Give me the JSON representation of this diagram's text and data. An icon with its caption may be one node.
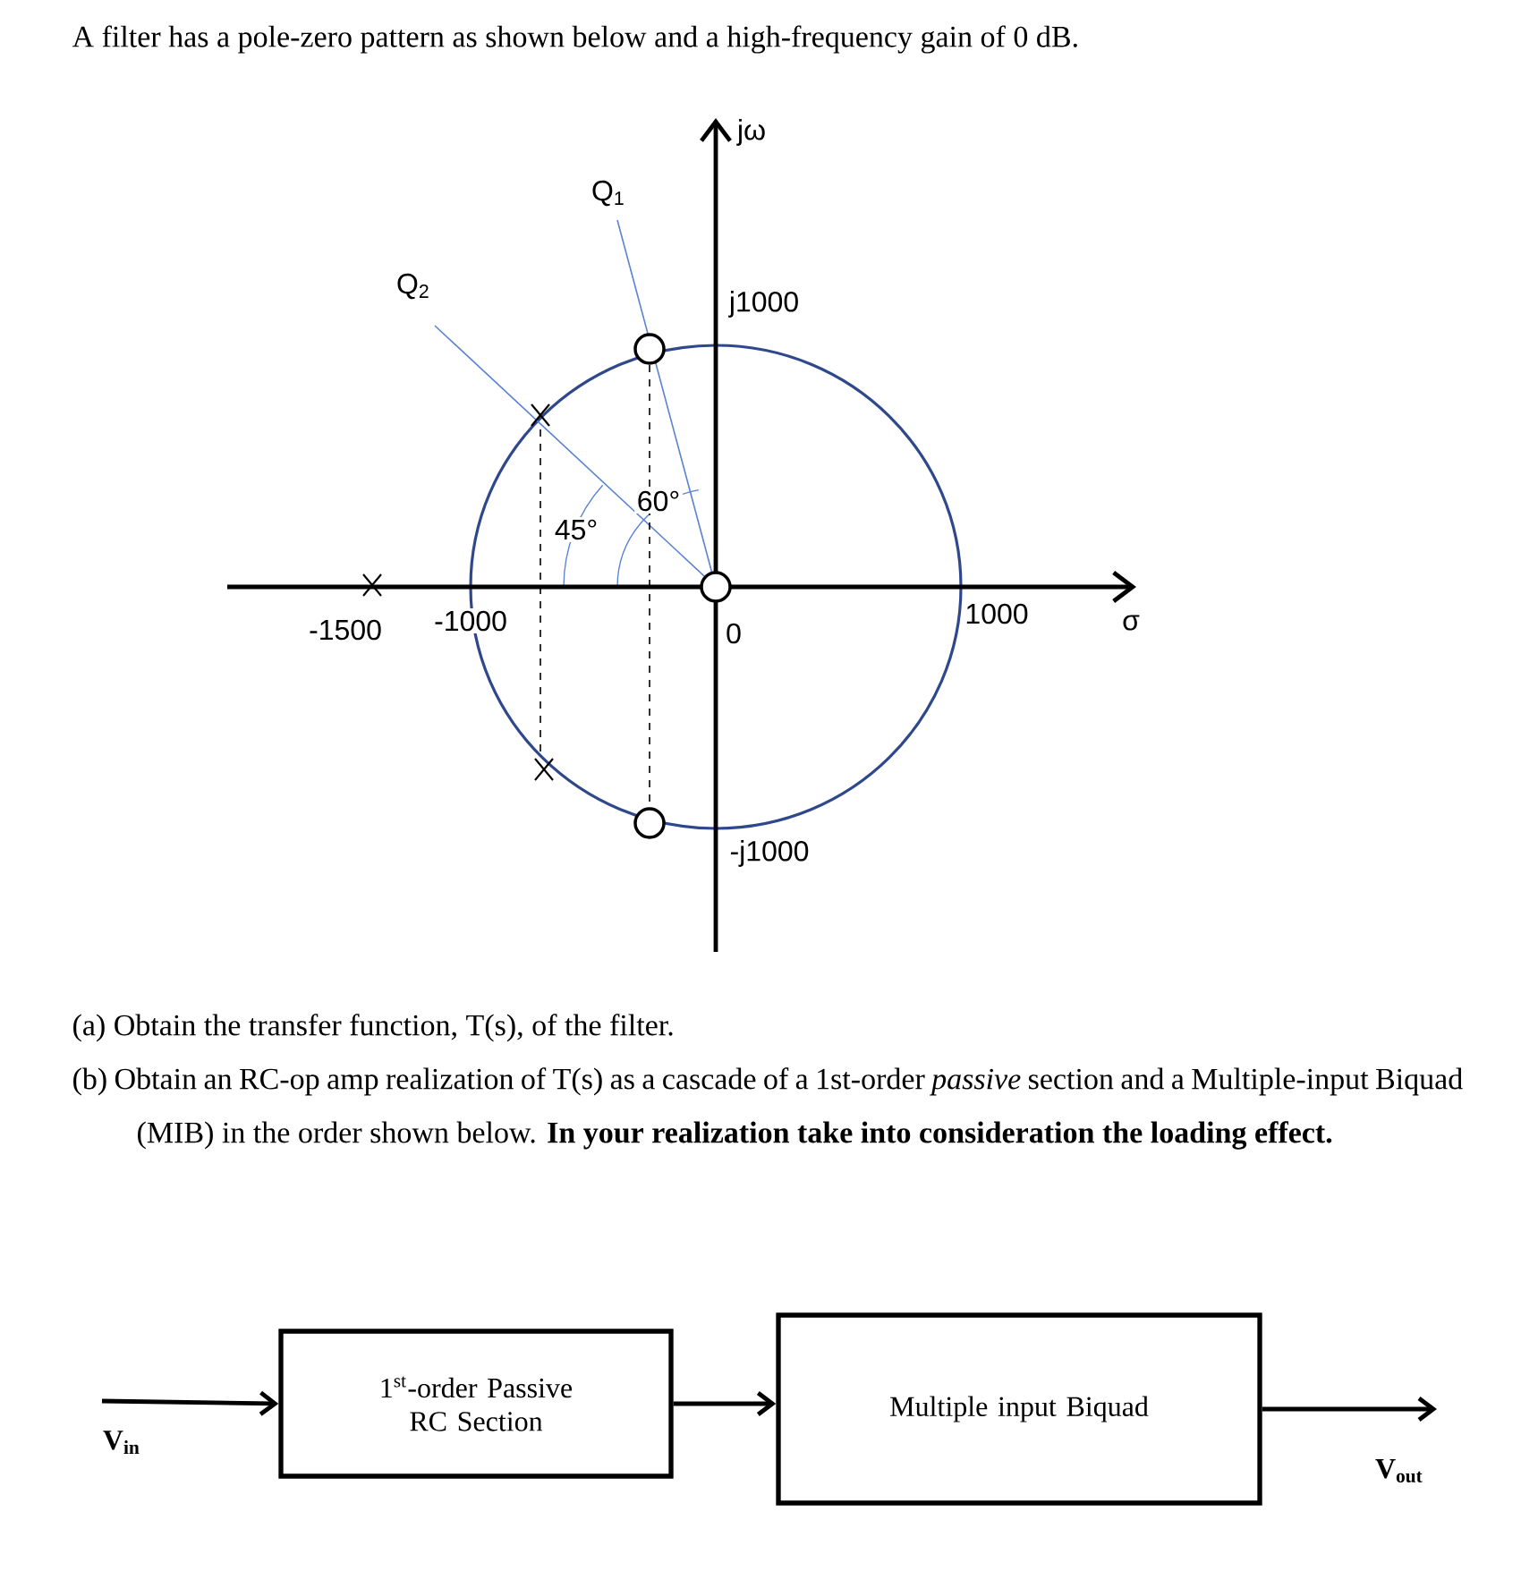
{
  "diagram": {
    "title": "A filter has a pole-zero pattern as shown below and a high-frequency gain of 0 dB.",
    "nodes": [
      {
        "text": [
          "1$^{st}$-order Passive RC Section"
        ]
      },
      {
        "text": [
          "Multiple input Biquad"
        ]
      }
    ],
    "edges": [
      {
        "from": null,
        "to": 0,
        "arrow": "to"
      },
      {
        "from": 0,
        "to": 1,
        "arrow": "to"
      },
      {
        "from": 1,
        "to": null,
        "arrow": "to"
      }
    ],
    "labels": [
      "jω",
      "Q$_{1}$",
      "Q$_{2}$",
      "j1000",
      "60°",
      "45°",
      "-1500",
      "-1000",
      "0",
      "1000",
      "σ",
      "-j1000",
      "(a) Obtain the transfer function, T(s), of the filter.",
      "(b) Obtain an RC-op amp realization of T(s) as a cascade of a 1st-order *passive* section and a Multiple-input Biquad (MIB) in the order shown below. **In your realization take into consideration the loading effect.**",
      "V$_{in}$",
      "V$_{out}$"
    ]
  }
}
